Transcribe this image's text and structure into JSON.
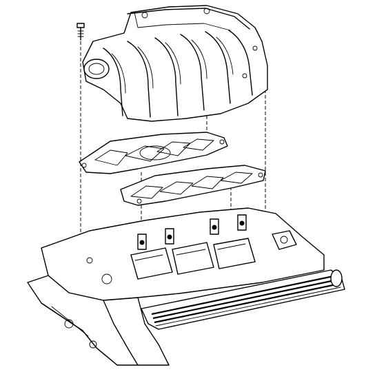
{
  "figure": {
    "type": "exploded-assembly-drawing",
    "components": [
      "bolt",
      "upper-intake-manifold",
      "upper-gasket",
      "lower-gasket",
      "lower-intake-manifold",
      "engine-block",
      "fuel-rail"
    ]
  }
}
